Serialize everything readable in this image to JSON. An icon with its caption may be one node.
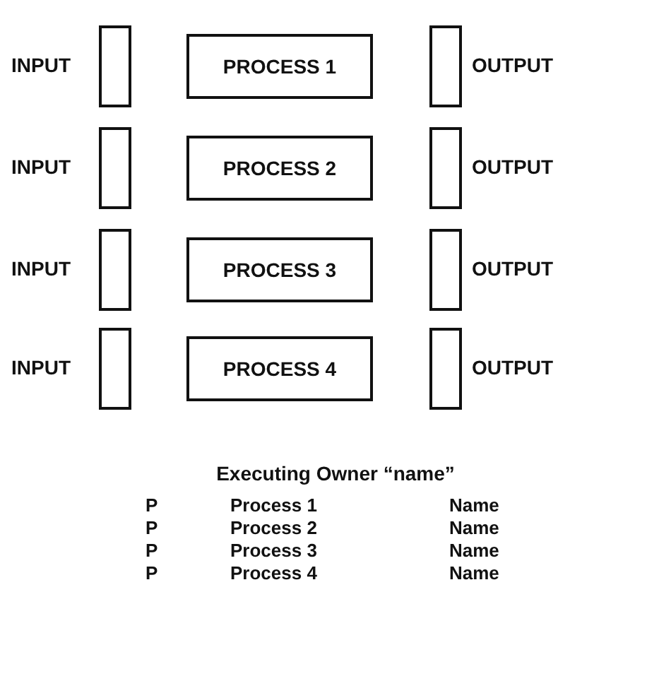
{
  "diagram": {
    "nodes": [
      {
        "text": [],
        "shape": "box",
        "beside": [
          "INPUT"
        ]
      },
      {
        "text": [
          "PROCESS 1"
        ]
      },
      {
        "text": [],
        "shape": "box",
        "beside": [
          "OUTPUT"
        ]
      },
      {
        "text": [],
        "shape": "box",
        "beside": [
          "INPUT"
        ]
      },
      {
        "text": [
          "PROCESS 2"
        ]
      },
      {
        "text": [],
        "shape": "box",
        "beside": [
          "OUTPUT"
        ]
      },
      {
        "text": [],
        "shape": "box",
        "beside": [
          "INPUT"
        ]
      },
      {
        "text": [
          "PROCESS 3"
        ]
      },
      {
        "text": [],
        "shape": "box",
        "beside": [
          "OUTPUT"
        ]
      },
      {
        "text": [],
        "shape": "box",
        "beside": [
          "INPUT"
        ]
      },
      {
        "text": [
          "PROCESS 4"
        ]
      },
      {
        "text": [],
        "shape": "box",
        "beside": [
          "OUTPUT"
        ]
      }
    ],
    "labels": [
      "Executing Owner “name”",
      "P",
      "Process 1",
      "Name",
      "P",
      "Process 2",
      "Name",
      "P",
      "Process 3",
      "Name",
      "P",
      "Process 4",
      "Name"
    ]
  }
}
